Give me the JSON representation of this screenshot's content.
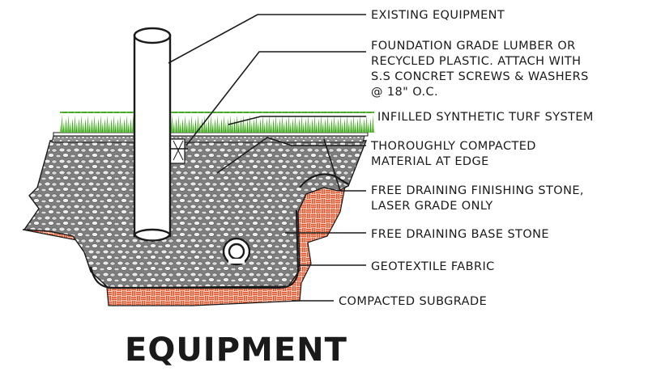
{
  "labels": {
    "existing_equipment": "EXISTING EQUIPMENT",
    "lumber_line1": "FOUNDATION GRADE LUMBER OR",
    "lumber_line2": "RECYCLED PLASTIC. ATTACH WITH",
    "lumber_line3": "S.S CONCRET SCREWS & WASHERS",
    "lumber_line4": "@ 18\" O.C.",
    "turf_system": "INFILLED SYNTHETIC TURF SYSTEM",
    "compacted_line1": "THOROUGHLY COMPACTED",
    "compacted_line2": "MATERIAL AT EDGE",
    "finishing_line1": "FREE DRAINING FINISHING STONE,",
    "finishing_line2": "LASER GRADE ONLY",
    "base_stone": "FREE DRAINING BASE STONE",
    "geotextile": "GEOTEXTILE FABRIC",
    "subgrade": "COMPACTED SUBGRADE"
  },
  "title": "EQUIPMENT",
  "colors": {
    "turf": "#4caf2a",
    "subgrade": "#e8542a",
    "stone": "#8a8a8a",
    "line": "#1a1a1a"
  }
}
